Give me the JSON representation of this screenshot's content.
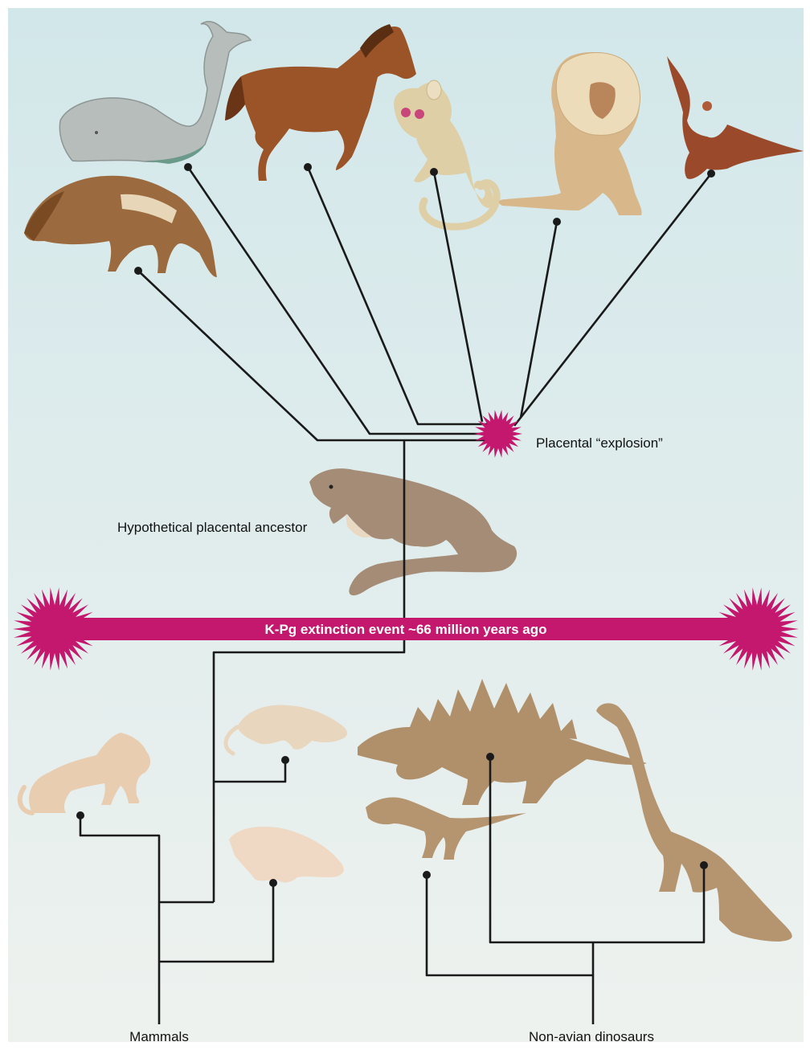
{
  "labels": {
    "explosion": "Placental “explosion”",
    "ancestor": "Hypothetical placental ancestor",
    "extinction": "K-Pg extinction event ~66 million years ago",
    "mammals": "Mammals",
    "dinosaurs": "Non-avian dinosaurs"
  },
  "colors": {
    "background_top": "#d3e8ea",
    "background_bottom": "#eef2ef",
    "accent": "#c3186e",
    "branch": "#1a1a1a"
  },
  "icons": [
    "whale-icon",
    "horse-icon",
    "bushbaby-icon",
    "lion-icon",
    "bat-icon",
    "anteater-icon",
    "placental-ancestor-icon",
    "early-mammal-icon",
    "shrew-icon",
    "mole-icon",
    "stegosaurus-icon",
    "sauropod-icon",
    "theropod-icon"
  ]
}
